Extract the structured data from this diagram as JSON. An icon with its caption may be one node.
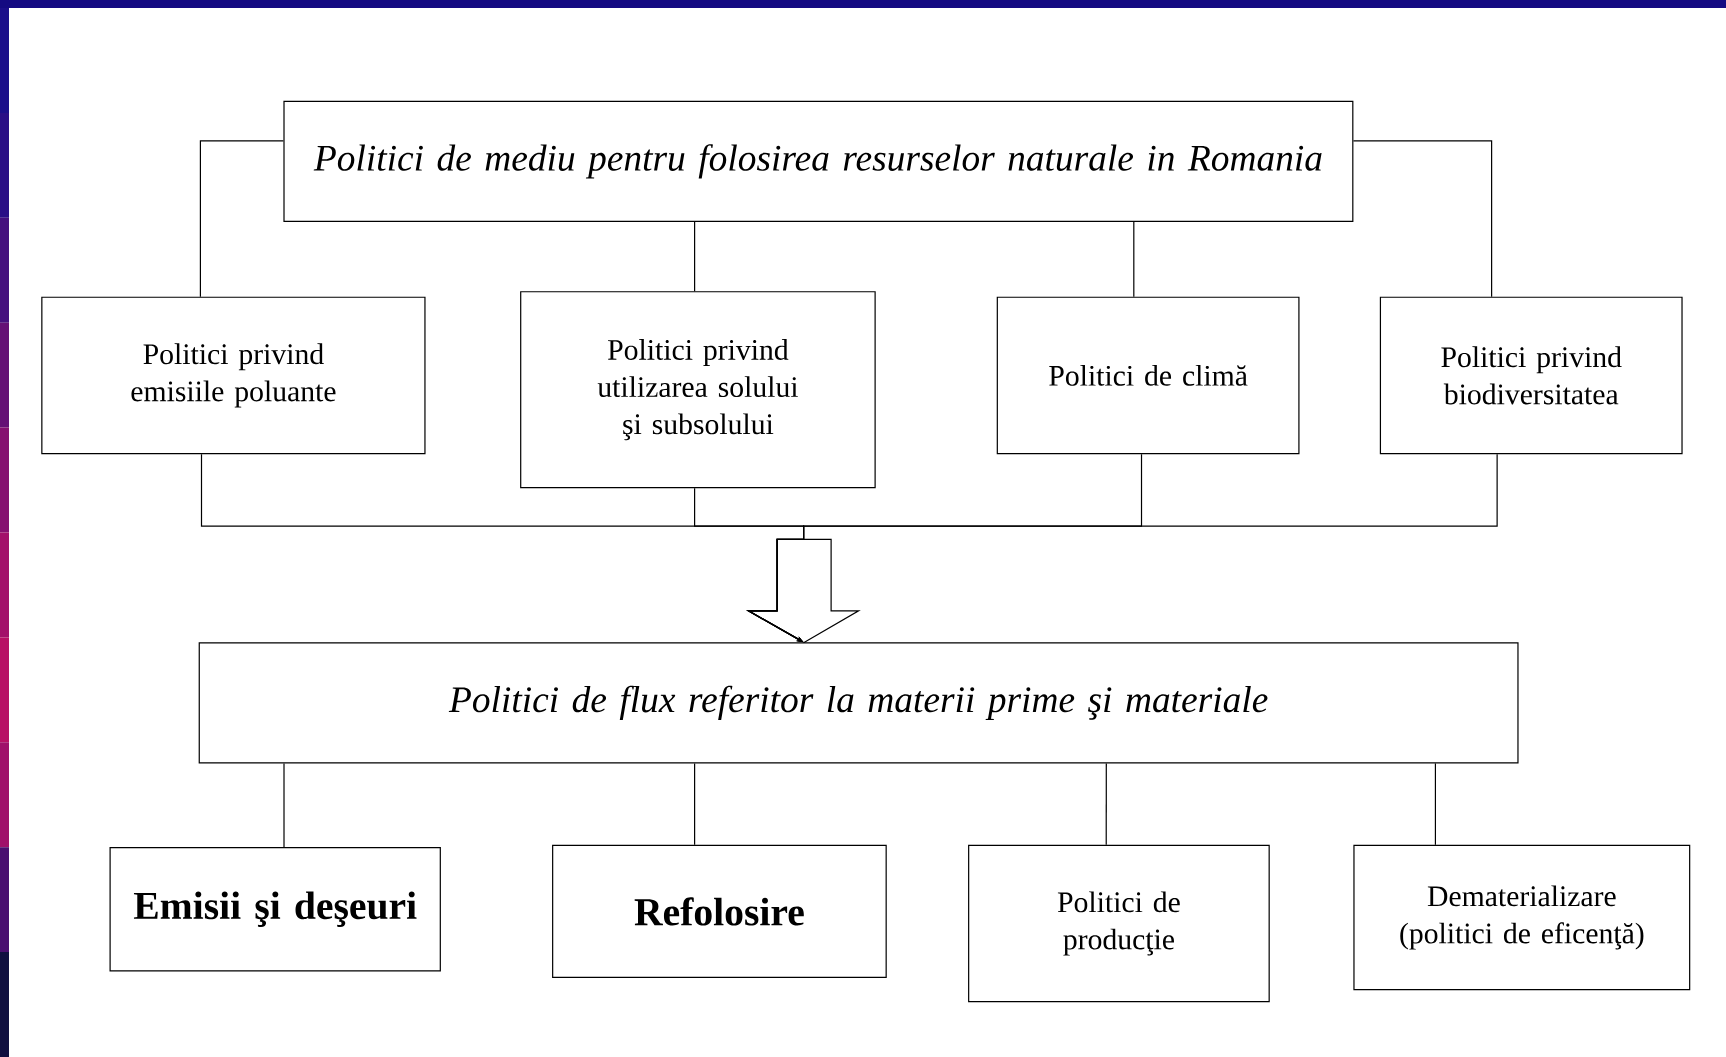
{
  "diagram": {
    "nodes": [
      {
        "text": [
          "Politici de mediu pentru folosirea resurselor naturale in Romania"
        ]
      },
      {
        "text": [
          "Politici privind emisiile poluante"
        ]
      },
      {
        "text": [
          "Politici privind utilizarea solului şi subsolului"
        ]
      },
      {
        "text": [
          "Politici de climă"
        ]
      },
      {
        "text": [
          "Politici privind biodiversitatea"
        ]
      },
      {
        "text": [
          "Politici de flux referitor la materii prime şi materiale"
        ]
      },
      {
        "text": [
          "Emisii şi deşeuri"
        ]
      },
      {
        "text": [
          "Refolosire"
        ]
      },
      {
        "text": [
          "Politici de producţie"
        ]
      },
      {
        "text": [
          "Dematerializare (politici de eficenţă)"
        ]
      }
    ],
    "edges": [
      {
        "from": 0,
        "to": 1,
        "arrow": "none"
      },
      {
        "from": 0,
        "to": 2,
        "arrow": "none"
      },
      {
        "from": 0,
        "to": 3,
        "arrow": "none"
      },
      {
        "from": 0,
        "to": 4,
        "arrow": "none"
      },
      {
        "from": 1,
        "to": 5,
        "arrow": "to"
      },
      {
        "from": 2,
        "to": 5,
        "arrow": "to"
      },
      {
        "from": 3,
        "to": 5,
        "arrow": "to"
      },
      {
        "from": 4,
        "to": 5,
        "arrow": "to"
      },
      {
        "from": 5,
        "to": 6,
        "arrow": "none"
      },
      {
        "from": 5,
        "to": 7,
        "arrow": "none"
      },
      {
        "from": 5,
        "to": 8,
        "arrow": "none"
      },
      {
        "from": 5,
        "to": 9,
        "arrow": "none"
      }
    ]
  }
}
